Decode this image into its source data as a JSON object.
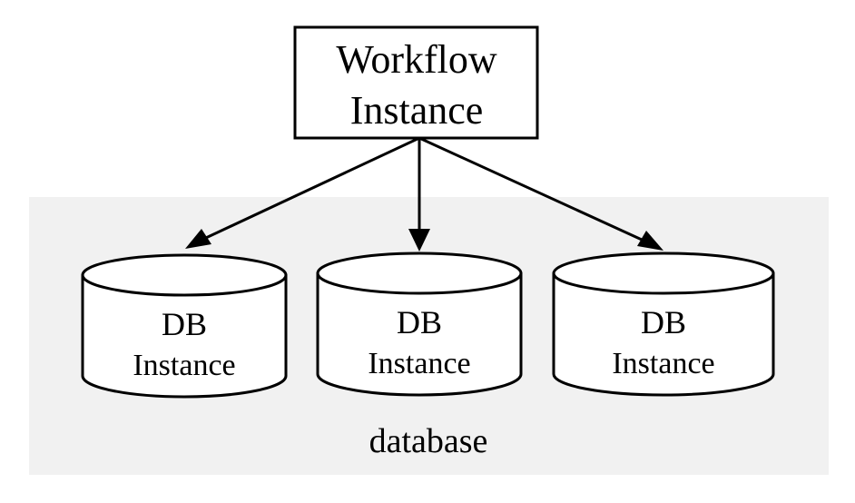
{
  "diagram": {
    "title_node": {
      "name": "workflow-instance",
      "line1": "Workflow",
      "line2": "Instance",
      "shape": "rectangle"
    },
    "group": {
      "name": "database-group",
      "label": "database",
      "background_color": "#f1f1f1"
    },
    "databases": [
      {
        "name": "db-instance-1",
        "line1": "DB",
        "line2": "Instance",
        "shape": "cylinder"
      },
      {
        "name": "db-instance-2",
        "line1": "DB",
        "line2": "Instance",
        "shape": "cylinder"
      },
      {
        "name": "db-instance-3",
        "line1": "DB",
        "line2": "Instance",
        "shape": "cylinder"
      }
    ],
    "edges": [
      {
        "name": "edge-workflow-to-db-1",
        "from": "workflow-instance",
        "to": "db-instance-1",
        "arrow": "single"
      },
      {
        "name": "edge-workflow-to-db-2",
        "from": "workflow-instance",
        "to": "db-instance-2",
        "arrow": "single"
      },
      {
        "name": "edge-workflow-to-db-3",
        "from": "workflow-instance",
        "to": "db-instance-3",
        "arrow": "single"
      }
    ],
    "colors": {
      "stroke": "#000000",
      "node_fill": "#ffffff",
      "group_fill": "#f1f1f1",
      "canvas": "#ffffff"
    }
  }
}
